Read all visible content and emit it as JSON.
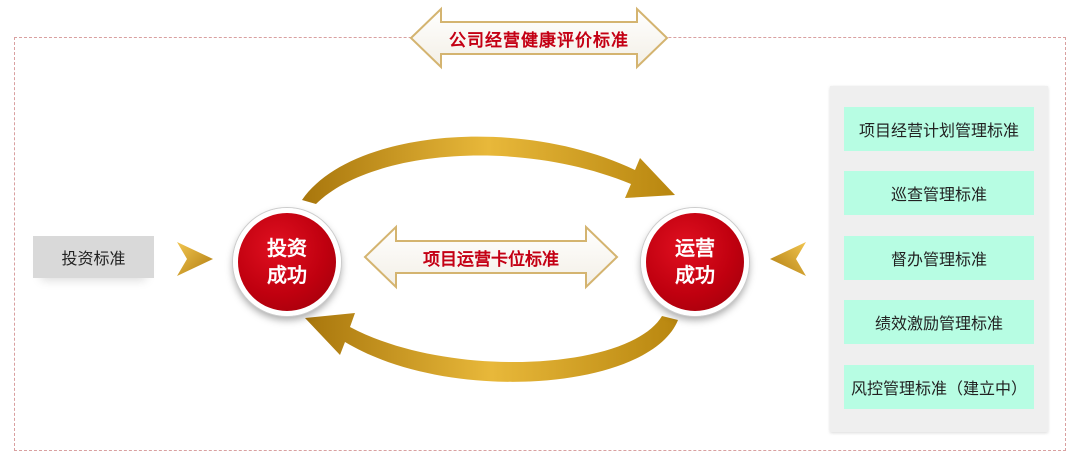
{
  "title": "公司经营健康评价标准",
  "left_standard": "投资标准",
  "circles": {
    "invest": "投资\n成功",
    "operate": "运营\n成功"
  },
  "middle_standard": "项目运营卡位标准",
  "right_standards": [
    "项目经营计划管理标准",
    "巡查管理标准",
    "督办管理标准",
    "绩效激励管理标准",
    "风控管理标准（建立中）"
  ],
  "colors": {
    "title_text": "#c40014",
    "circle": "#c0000f",
    "gold": "#c9961a",
    "right_item_bg": "#b7fde3",
    "left_item_bg": "#d9d9d9",
    "frame_border": "#d9a0a0"
  }
}
